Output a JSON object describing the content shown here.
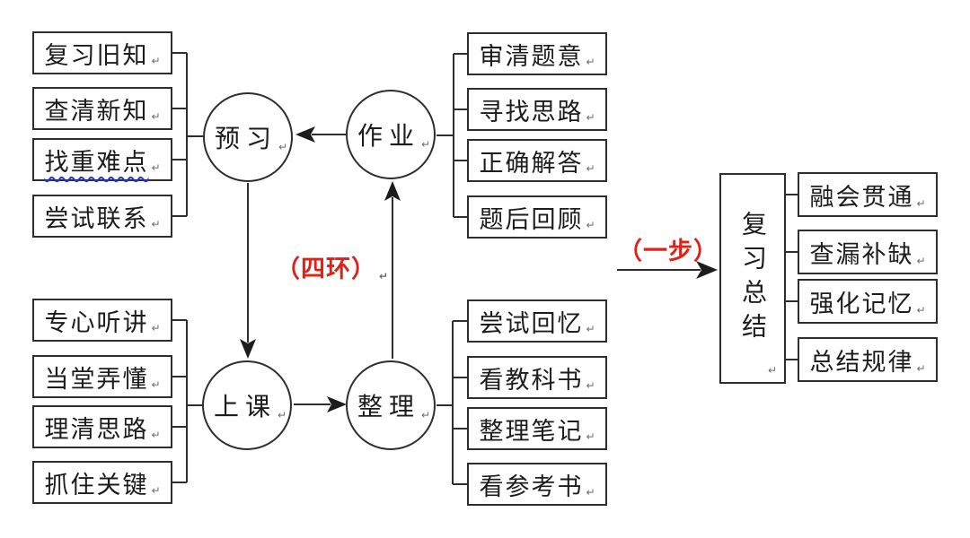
{
  "marks": {
    "return": "↵"
  },
  "colors": {
    "line": "#2e2e2e",
    "accent_red": "#dd2218",
    "squiggle_blue": "#2233cc"
  },
  "cycle": {
    "center_label": "（四环）",
    "nodes": [
      {
        "label": "预习"
      },
      {
        "label": "作业"
      },
      {
        "label": "上课"
      },
      {
        "label": "整理"
      }
    ]
  },
  "groups": {
    "preview_items": [
      "复习旧知",
      "查清新知",
      "找重难点",
      "尝试联系"
    ],
    "homework_items": [
      "审清题意",
      "寻找思路",
      "正确解答",
      "题后回顾"
    ],
    "class_items": [
      "专心听讲",
      "当堂弄懂",
      "理清思路",
      "抓住关键"
    ],
    "organize_items": [
      "尝试回忆",
      "看教科书",
      "整理笔记",
      "看参考书"
    ]
  },
  "summary": {
    "step_label": "（一步）",
    "title": "复习总结",
    "items": [
      "融会贯通",
      "查漏补缺",
      "强化记忆",
      "总结规律"
    ]
  }
}
